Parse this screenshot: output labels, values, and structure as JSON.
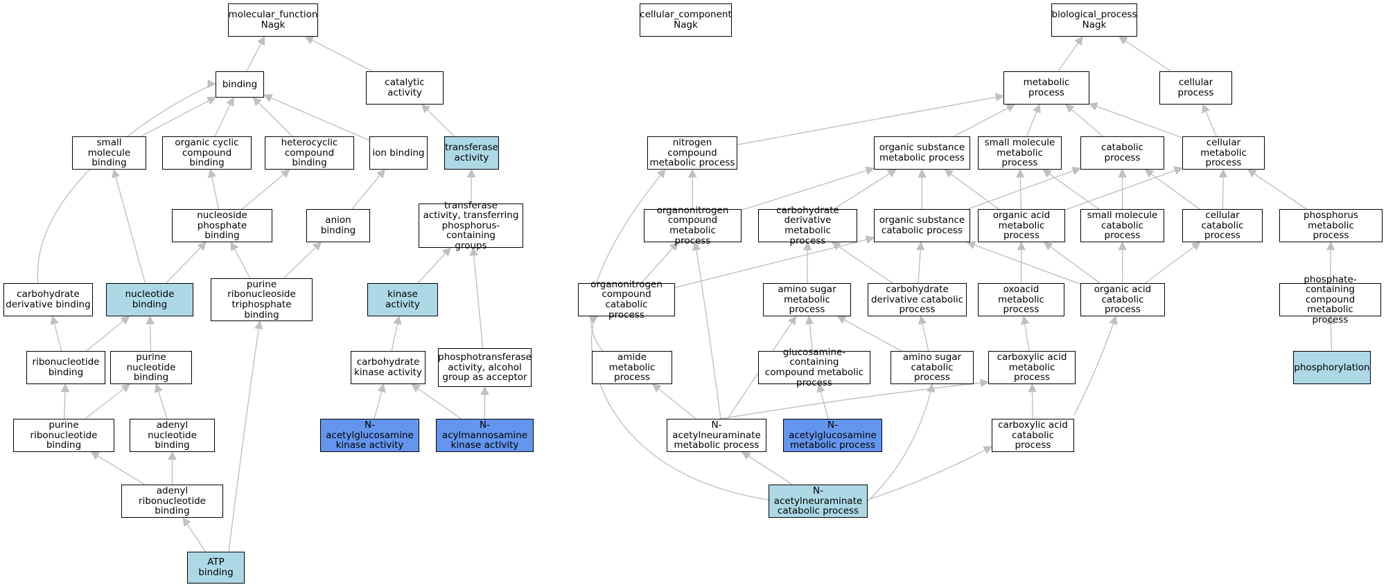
{
  "graph": {
    "nodes": [
      {
        "id": "mf",
        "label": "molecular_function\nNagk",
        "style": "normal"
      },
      {
        "id": "binding",
        "label": "binding",
        "style": "normal"
      },
      {
        "id": "catalytic",
        "label": "catalytic activity",
        "style": "normal"
      },
      {
        "id": "smb",
        "label": "small molecule\nbinding",
        "style": "normal"
      },
      {
        "id": "ocb",
        "label": "organic cyclic\ncompound binding",
        "style": "normal"
      },
      {
        "id": "hcb",
        "label": "heterocyclic\ncompound binding",
        "style": "normal"
      },
      {
        "id": "ionb",
        "label": "ion binding",
        "style": "normal"
      },
      {
        "id": "transferase",
        "label": "transferase\nactivity",
        "style": "hit"
      },
      {
        "id": "npb",
        "label": "nucleoside phosphate\nbinding",
        "style": "normal"
      },
      {
        "id": "anionb",
        "label": "anion binding",
        "style": "normal"
      },
      {
        "id": "tatpg",
        "label": "transferase\nactivity, transferring\nphosphorus-containing\ngroups",
        "style": "normal"
      },
      {
        "id": "cdb",
        "label": "carbohydrate\nderivative binding",
        "style": "normal"
      },
      {
        "id": "nucb",
        "label": "nucleotide binding",
        "style": "hit"
      },
      {
        "id": "prntb",
        "label": "purine ribonucleoside\ntriphosphate\nbinding",
        "style": "normal"
      },
      {
        "id": "kinase",
        "label": "kinase activity",
        "style": "hit"
      },
      {
        "id": "ribob",
        "label": "ribonucleotide\nbinding",
        "style": "normal"
      },
      {
        "id": "pnb",
        "label": "purine nucleotide\nbinding",
        "style": "normal"
      },
      {
        "id": "cka",
        "label": "carbohydrate\nkinase activity",
        "style": "normal"
      },
      {
        "id": "ptaa",
        "label": "phosphotransferase\nactivity, alcohol\ngroup as acceptor",
        "style": "normal"
      },
      {
        "id": "prnb",
        "label": "purine ribonucleotide\nbinding",
        "style": "normal"
      },
      {
        "id": "anb",
        "label": "adenyl nucleotide\nbinding",
        "style": "normal"
      },
      {
        "id": "nagka",
        "label": "N-acetylglucosamine\nkinase activity",
        "style": "query"
      },
      {
        "id": "namka",
        "label": "N-acylmannosamine\nkinase activity",
        "style": "query"
      },
      {
        "id": "arnb",
        "label": "adenyl ribonucleotide\nbinding",
        "style": "normal"
      },
      {
        "id": "atpb",
        "label": "ATP binding",
        "style": "hit"
      },
      {
        "id": "cc",
        "label": "cellular_component\nNagk",
        "style": "normal"
      },
      {
        "id": "bp",
        "label": "biological_process\nNagk",
        "style": "normal"
      },
      {
        "id": "metab",
        "label": "metabolic process",
        "style": "normal"
      },
      {
        "id": "cellp",
        "label": "cellular process",
        "style": "normal"
      },
      {
        "id": "ncmp",
        "label": "nitrogen compound\nmetabolic process",
        "style": "normal"
      },
      {
        "id": "osmp",
        "label": "organic substance\nmetabolic process",
        "style": "normal"
      },
      {
        "id": "smmp",
        "label": "small molecule\nmetabolic process",
        "style": "normal"
      },
      {
        "id": "catab",
        "label": "catabolic process",
        "style": "normal"
      },
      {
        "id": "cmp",
        "label": "cellular metabolic\nprocess",
        "style": "normal"
      },
      {
        "id": "oncmp",
        "label": "organonitrogen\ncompound metabolic\nprocess",
        "style": "normal"
      },
      {
        "id": "cdmp",
        "label": "carbohydrate\nderivative metabolic\nprocess",
        "style": "normal"
      },
      {
        "id": "oscp",
        "label": "organic substance\ncatabolic process",
        "style": "normal"
      },
      {
        "id": "oamp",
        "label": "organic acid\nmetabolic process",
        "style": "normal"
      },
      {
        "id": "smcp",
        "label": "small molecule\ncatabolic process",
        "style": "normal"
      },
      {
        "id": "ccp",
        "label": "cellular catabolic\nprocess",
        "style": "normal"
      },
      {
        "id": "phmp",
        "label": "phosphorus metabolic\nprocess",
        "style": "normal"
      },
      {
        "id": "onccp",
        "label": "organonitrogen\ncompound catabolic\nprocess",
        "style": "normal"
      },
      {
        "id": "asmp",
        "label": "amino sugar\nmetabolic process",
        "style": "normal"
      },
      {
        "id": "cdcp",
        "label": "carbohydrate\nderivative catabolic\nprocess",
        "style": "normal"
      },
      {
        "id": "oxmp",
        "label": "oxoacid metabolic\nprocess",
        "style": "normal"
      },
      {
        "id": "oacp",
        "label": "organic acid\ncatabolic process",
        "style": "normal"
      },
      {
        "id": "pccmp",
        "label": "phosphate-containing\ncompound metabolic\nprocess",
        "style": "normal"
      },
      {
        "id": "amidemp",
        "label": "amide metabolic\nprocess",
        "style": "normal"
      },
      {
        "id": "gccmp",
        "label": "glucosamine-containing\ncompound metabolic\nprocess",
        "style": "normal"
      },
      {
        "id": "ascp",
        "label": "amino sugar\ncatabolic process",
        "style": "normal"
      },
      {
        "id": "camp",
        "label": "carboxylic acid\nmetabolic process",
        "style": "normal"
      },
      {
        "id": "phosph",
        "label": "phosphorylation",
        "style": "hit"
      },
      {
        "id": "nanmp",
        "label": "N-acetylneuraminate\nmetabolic process",
        "style": "normal"
      },
      {
        "id": "nagmp",
        "label": "N-acetylglucosamine\nmetabolic process",
        "style": "query"
      },
      {
        "id": "cacp",
        "label": "carboxylic acid\ncatabolic process",
        "style": "normal"
      },
      {
        "id": "nancp",
        "label": "N-acetylneuraminate\ncatabolic process",
        "style": "hit"
      }
    ],
    "edges": [
      [
        "binding",
        "mf"
      ],
      [
        "catalytic",
        "mf"
      ],
      [
        "smb",
        "binding"
      ],
      [
        "ocb",
        "binding"
      ],
      [
        "hcb",
        "binding"
      ],
      [
        "ionb",
        "binding"
      ],
      [
        "cdb",
        "binding"
      ],
      [
        "transferase",
        "catalytic"
      ],
      [
        "npb",
        "ocb"
      ],
      [
        "npb",
        "hcb"
      ],
      [
        "anionb",
        "ionb"
      ],
      [
        "tatpg",
        "transferase"
      ],
      [
        "nucb",
        "smb"
      ],
      [
        "nucb",
        "npb"
      ],
      [
        "prntb",
        "npb"
      ],
      [
        "prntb",
        "anionb"
      ],
      [
        "kinase",
        "tatpg"
      ],
      [
        "ptaa",
        "tatpg"
      ],
      [
        "ribob",
        "cdb"
      ],
      [
        "ribob",
        "nucb"
      ],
      [
        "pnb",
        "nucb"
      ],
      [
        "cka",
        "kinase"
      ],
      [
        "prnb",
        "ribob"
      ],
      [
        "prnb",
        "pnb"
      ],
      [
        "anb",
        "pnb"
      ],
      [
        "nagka",
        "cka"
      ],
      [
        "namka",
        "cka"
      ],
      [
        "namka",
        "ptaa"
      ],
      [
        "arnb",
        "prnb"
      ],
      [
        "arnb",
        "anb"
      ],
      [
        "atpb",
        "arnb"
      ],
      [
        "atpb",
        "prntb"
      ],
      [
        "metab",
        "bp"
      ],
      [
        "cellp",
        "bp"
      ],
      [
        "ncmp",
        "metab"
      ],
      [
        "osmp",
        "metab"
      ],
      [
        "smmp",
        "metab"
      ],
      [
        "catab",
        "metab"
      ],
      [
        "cmp",
        "metab"
      ],
      [
        "cmp",
        "cellp"
      ],
      [
        "oncmp",
        "ncmp"
      ],
      [
        "oncmp",
        "osmp"
      ],
      [
        "cdmp",
        "osmp"
      ],
      [
        "oscp",
        "osmp"
      ],
      [
        "oscp",
        "catab"
      ],
      [
        "oamp",
        "osmp"
      ],
      [
        "oamp",
        "smmp"
      ],
      [
        "oamp",
        "cmp"
      ],
      [
        "smcp",
        "smmp"
      ],
      [
        "smcp",
        "catab"
      ],
      [
        "ccp",
        "catab"
      ],
      [
        "ccp",
        "cmp"
      ],
      [
        "phmp",
        "cmp"
      ],
      [
        "onccp",
        "oncmp"
      ],
      [
        "onccp",
        "oscp"
      ],
      [
        "asmp",
        "cdmp"
      ],
      [
        "cdcp",
        "cdmp"
      ],
      [
        "cdcp",
        "oscp"
      ],
      [
        "oxmp",
        "oamp"
      ],
      [
        "oacp",
        "oscp"
      ],
      [
        "oacp",
        "oamp"
      ],
      [
        "oacp",
        "smcp"
      ],
      [
        "oacp",
        "ccp"
      ],
      [
        "pccmp",
        "phmp"
      ],
      [
        "amidemp",
        "ncmp"
      ],
      [
        "gccmp",
        "asmp"
      ],
      [
        "ascp",
        "asmp"
      ],
      [
        "ascp",
        "cdcp"
      ],
      [
        "camp",
        "oxmp"
      ],
      [
        "phosph",
        "pccmp"
      ],
      [
        "nanmp",
        "amidemp"
      ],
      [
        "nanmp",
        "oncmp"
      ],
      [
        "nanmp",
        "asmp"
      ],
      [
        "nanmp",
        "camp"
      ],
      [
        "nagmp",
        "gccmp"
      ],
      [
        "cacp",
        "camp"
      ],
      [
        "cacp",
        "oacp"
      ],
      [
        "nancp",
        "nanmp"
      ],
      [
        "nancp",
        "cacp"
      ],
      [
        "nancp",
        "onccp"
      ],
      [
        "nancp",
        "ascp"
      ]
    ]
  },
  "colors": {
    "edge": "#c0c0c0",
    "query_fill": "#6495ed",
    "hit_fill": "#add8e6",
    "node_fill": "#ffffff",
    "border": "#000000"
  }
}
